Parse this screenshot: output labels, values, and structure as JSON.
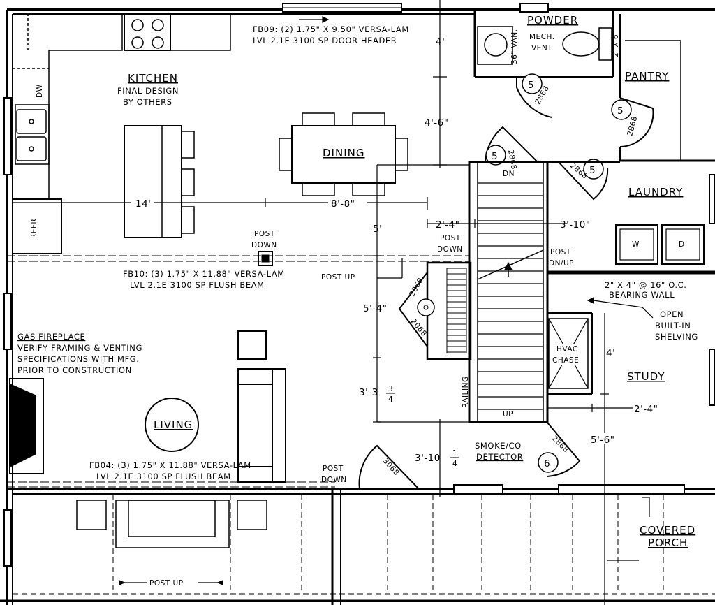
{
  "rooms": {
    "kitchen": "KITCHEN",
    "kitchen_note_1": "FINAL DESIGN",
    "kitchen_note_2": "BY OTHERS",
    "dining": "DINING",
    "living": "LIVING",
    "powder": "POWDER",
    "pantry": "PANTRY",
    "laundry": "LAUNDRY",
    "study": "STUDY",
    "covered_porch_1": "COVERED",
    "covered_porch_2": "PORCH",
    "hvac_1": "HVAC",
    "hvac_2": "CHASE"
  },
  "fixtures": {
    "dw": "DW",
    "refr": "REFR",
    "mech_vent_1": "MECH.",
    "mech_vent_2": "VENT",
    "van": "36\" VAN.",
    "pantry_shelf": "2' X 6'",
    "washer": "W",
    "dryer": "D",
    "stair_dn": "DN",
    "stair_up": "UP",
    "railing": "RAILING"
  },
  "notes": {
    "fb09_1": "FB09: (2) 1.75\" X 9.50\" VERSA-LAM",
    "fb09_2": "LVL 2.1E 3100 SP DOOR HEADER",
    "fb10_1": "FB10: (3) 1.75\" X 11.88\" VERSA-LAM",
    "fb10_2": "LVL 2.1E 3100 SP FLUSH BEAM",
    "fb04_1": "FB04: (3) 1.75\" X 11.88\" VERSA-LAM",
    "fb04_2": "LVL 2.1E 3100 SP FLUSH BEAM",
    "fireplace_1": "GAS FIREPLACE",
    "fireplace_2": "VERIFY FRAMING & VENTING",
    "fireplace_3": "SPECIFICATIONS WITH MFG.",
    "fireplace_4": "PRIOR TO CONSTRUCTION",
    "post_down": "POST",
    "post_down_2": "DOWN",
    "post_up": "POST UP",
    "post_dn_up_1": "POST",
    "post_dn_up_2": "DN/UP",
    "bearing_1": "2\" X 4\" @ 16\" O.C.",
    "bearing_2": "BEARING WALL",
    "shelving_1": "OPEN",
    "shelving_2": "BUILT-IN",
    "shelving_3": "SHELVING",
    "smoke_1": "SMOKE/CO",
    "smoke_2": "DETECTOR"
  },
  "dimensions": {
    "d_4": "4'",
    "d_4_6": "4'-6\"",
    "d_14": "14'",
    "d_8_8": "8'-8\"",
    "d_5": "5'",
    "d_2_4a": "2'-4\"",
    "d_3_10": "3'-10\"",
    "d_5_4": "5'-4\"",
    "d_3_3": "3'-3",
    "d_3_3_num": "3",
    "d_3_3_den": "4",
    "d_4b": "4'",
    "d_2_4b": "2'-4\"",
    "d_5_6": "5'-6\"",
    "d_3_10b": "3'-10",
    "d_3_10b_num": "1",
    "d_3_10b_den": "4"
  },
  "doors": {
    "tag_5": "5",
    "tag_6": "6",
    "d2868": "2868",
    "d2068": "2068",
    "d3068": "3068"
  }
}
